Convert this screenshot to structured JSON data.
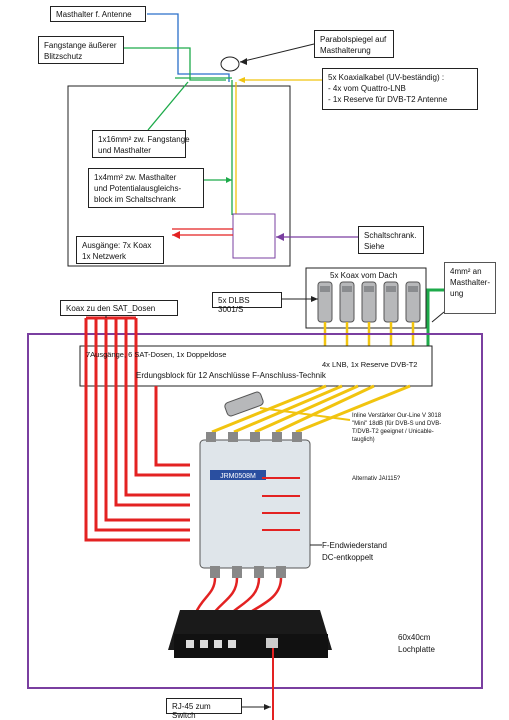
{
  "labels": {
    "masthalter_antenne": "Masthalter f. Antenne",
    "fangstange": [
      "Fangstange äußerer",
      "Blitzschutz"
    ],
    "parabolspiegel": [
      "Parabolspiegel auf",
      "Masthalterung"
    ],
    "koaxialkabel": [
      "5x Koaxialkabel (UV-beständig) :",
      "- 4x vom Quattro-LNB",
      "- 1x Reserve für DVB-T2 Antenne"
    ],
    "fangstange_masthalter": [
      "1x16mm² zw. Fangstange",
      "und Masthalter"
    ],
    "masthalter_potential": [
      "1x4mm² zw. Masthalter",
      "und Potentialausgleichs-",
      "block im Schaltschrank"
    ],
    "ausgaenge": [
      "Ausgänge: 7x Koax",
      "1x Netzwerk"
    ],
    "schaltschrank": [
      "Schaltschrank.",
      "Siehe"
    ],
    "koax_dach": "5x Koax vom Dach",
    "mm4_masthalterung": [
      "4mm² an",
      "Masthalter-",
      "ung"
    ],
    "dlbs": "5x DLBS 3001/S",
    "koax_sat_dosen": "Koax zu den SAT_Dosen",
    "ausgaenge_sat": "7Ausgänge, 6 SAT-Dosen, 1x Doppeldose",
    "lnb_reserve": "4x LNB, 1x Reserve DVB-T2",
    "erdungsblock": "Erdungsblock für 12 Anschlüsse F-Anschluss-Technik",
    "verstaerker": [
      "Inline Verstärker Our-Line V 3018",
      "\"Mini\" 18dB (für DVB-S und DVB-",
      "T/DVB-T2 geeignet / Unicable-",
      "tauglich)"
    ],
    "alternativ": "Alternativ JAI115?",
    "endwiderstand": [
      "F-Endwiederstand",
      "DC-entkoppelt"
    ],
    "lochplatte": [
      "60x40cm",
      "Lochplatte"
    ],
    "rj45": "RJ-45 zum Switch"
  },
  "device": {
    "model": "JRM0508M"
  },
  "colors": {
    "blue": "#2a6fc9",
    "green": "#1daa4a",
    "yellow": "#f1c40f",
    "red": "#e32222",
    "purple": "#7a3fa0",
    "black": "#222222"
  }
}
